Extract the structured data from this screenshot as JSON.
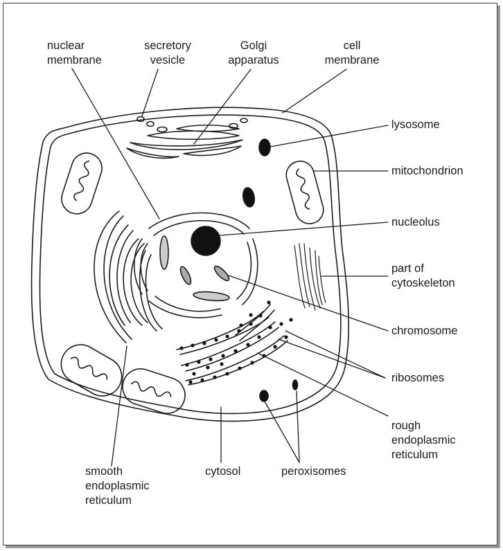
{
  "labels": {
    "nuclear_membrane": [
      "nuclear",
      "membrane"
    ],
    "secretory_vesicle": [
      "secretory",
      "vesicle"
    ],
    "golgi_apparatus": [
      "Golgi",
      "apparatus"
    ],
    "cell_membrane": [
      "cell",
      "membrane"
    ],
    "lysosome": [
      "lysosome"
    ],
    "mitochondrion": [
      "mitochondrion"
    ],
    "nucleolus": [
      "nucleolus"
    ],
    "cytoskeleton": [
      "part of",
      "cytoskeleton"
    ],
    "chromosome": [
      "chromosome"
    ],
    "ribosomes": [
      "ribosomes"
    ],
    "rough_er": [
      "rough",
      "endoplasmic",
      "reticulum"
    ],
    "smooth_er": [
      "smooth",
      "endoplasmic",
      "reticulum"
    ],
    "cytosol": [
      "cytosol"
    ],
    "peroxisomes": [
      "peroxisomes"
    ]
  },
  "colors": {
    "ink": "#1a1a1a",
    "frame": "#3a3a3a",
    "shadow": "#9a9a9a"
  }
}
